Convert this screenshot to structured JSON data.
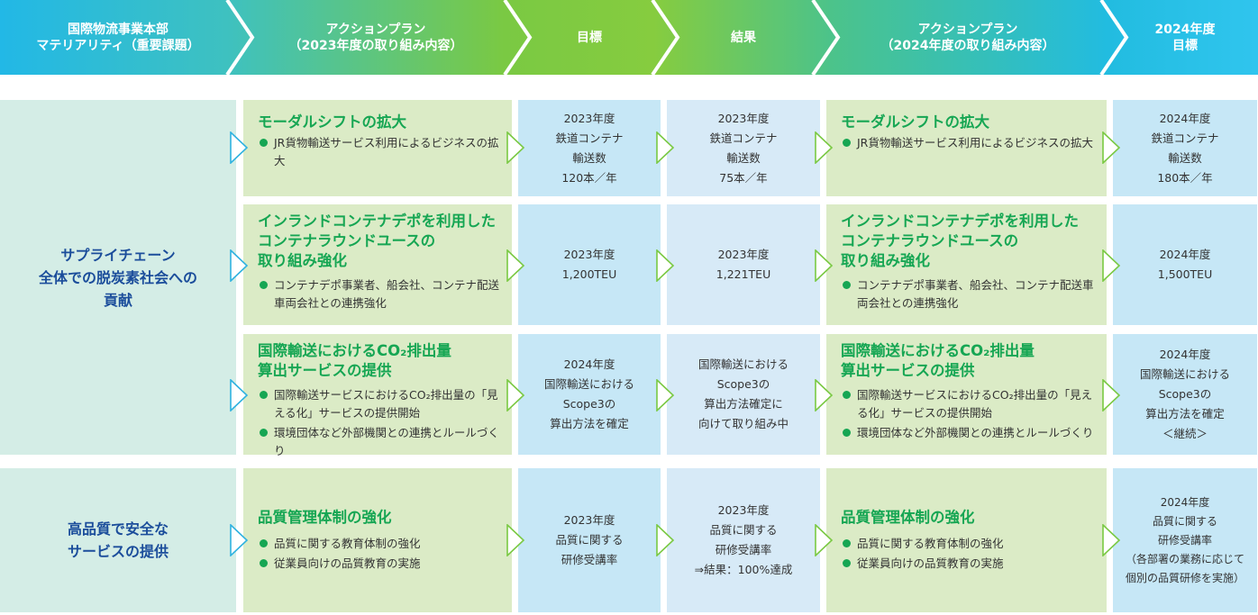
{
  "header": [
    "国際物流事業本部\nマテリアリティ（重要課題）",
    "アクションプラン\n（2023年度の取り組み内容）",
    "目標",
    "結果",
    "アクションプラン\n（2024年度の取り組み内容）",
    "2024年度\n目標"
  ],
  "materiality": [
    "サプライチェーン\n全体での脱炭素社会への\n貢献",
    "高品質で安全な\nサービスの提供"
  ],
  "rows": [
    {
      "plan2023": {
        "title": "モーダルシフトの拡大",
        "bullets": [
          "JR貨物輸送サービス利用によるビジネスの拡大"
        ]
      },
      "target": "2023年度\n鉄道コンテナ\n輸送数\n120本／年",
      "result": "2023年度\n鉄道コンテナ\n輸送数\n75本／年",
      "plan2024": {
        "title": "モーダルシフトの拡大",
        "bullets": [
          "JR貨物輸送サービス利用によるビジネスの拡大"
        ]
      },
      "target2024": "2024年度\n鉄道コンテナ\n輸送数\n180本／年"
    },
    {
      "plan2023": {
        "title": "インランドコンテナデポを利用した\nコンテナラウンドユースの\n取り組み強化",
        "bullets": [
          "コンテナデポ事業者、船会社、コンテナ配送車両会社との連携強化"
        ]
      },
      "target": "2023年度\n1,200TEU",
      "result": "2023年度\n1,221TEU",
      "plan2024": {
        "title": "インランドコンテナデポを利用した\nコンテナラウンドユースの\n取り組み強化",
        "bullets": [
          "コンテナデポ事業者、船会社、コンテナ配送車両会社との連携強化"
        ]
      },
      "target2024": "2024年度\n1,500TEU"
    },
    {
      "plan2023": {
        "title": "国際輸送におけるCO₂排出量\n算出サービスの提供",
        "bullets": [
          "国際輸送サービスにおけるCO₂排出量の「見える化」サービスの提供開始",
          "環境団体など外部機関との連携とルールづくり"
        ]
      },
      "target": "2024年度\n国際輸送における\nScope3の\n算出方法を確定",
      "result": "国際輸送における\nScope3の\n算出方法確定に\n向けて取り組み中",
      "plan2024": {
        "title": "国際輸送におけるCO₂排出量\n算出サービスの提供",
        "bullets": [
          "国際輸送サービスにおけるCO₂排出量の「見える化」サービスの提供開始",
          "環境団体など外部機関との連携とルールづくり"
        ]
      },
      "target2024": "2024年度\n国際輸送における\nScope3の\n算出方法を確定\n＜継続＞"
    },
    {
      "plan2023": {
        "title": "品質管理体制の強化",
        "bullets": [
          "品質に関する教育体制の強化",
          "従業員向けの品質教育の実施"
        ]
      },
      "target": "2023年度\n品質に関する\n研修受講率",
      "result": "2023年度\n品質に関する\n研修受講率\n⇒結果：100%達成",
      "plan2024": {
        "title": "品質管理体制の強化",
        "bullets": [
          "品質に関する教育体制の強化",
          "従業員向けの品質教育の実施"
        ]
      },
      "target2024": "2024年度\n品質に関する\n研修受講率\n（各部署の業務に応じて\n個別の品質研修を実施）"
    }
  ],
  "colors": {
    "title_green": "#16a653",
    "left_blue": "#1b4d9b",
    "green_bg": "#dbebc6",
    "blue_bg": "#c6e7f6",
    "pale_blue_bg": "#d7eaf7",
    "left_bg": "#d4ede6"
  }
}
